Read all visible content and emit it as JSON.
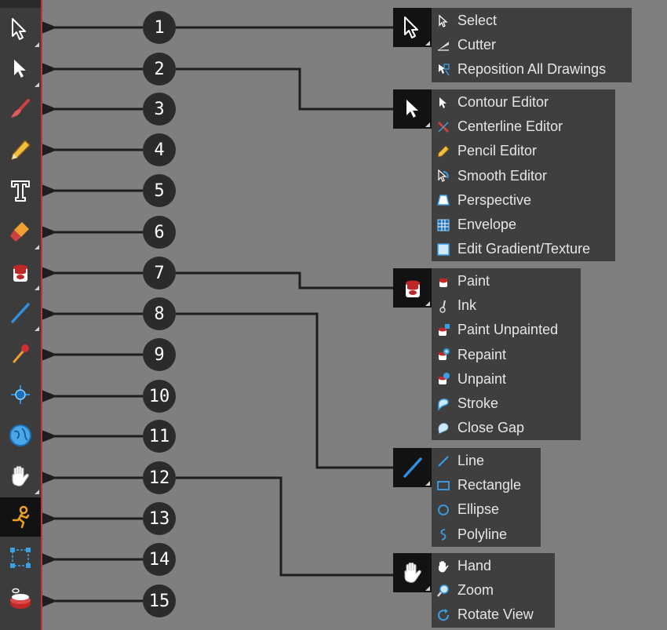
{
  "callouts": [
    "1",
    "2",
    "3",
    "4",
    "5",
    "6",
    "7",
    "8",
    "9",
    "10",
    "11",
    "12",
    "13",
    "14",
    "15"
  ],
  "tools": [
    {
      "icon": "select-arrow-icon",
      "has_submenu": true
    },
    {
      "icon": "contour-arrow-icon",
      "has_submenu": true
    },
    {
      "icon": "brush-icon",
      "has_submenu": false
    },
    {
      "icon": "pencil-icon",
      "has_submenu": false
    },
    {
      "icon": "text-icon",
      "has_submenu": false
    },
    {
      "icon": "eraser-icon",
      "has_submenu": true
    },
    {
      "icon": "paint-bucket-icon",
      "has_submenu": true
    },
    {
      "icon": "line-icon",
      "has_submenu": true
    },
    {
      "icon": "dropper-icon",
      "has_submenu": false
    },
    {
      "icon": "pivot-icon",
      "has_submenu": false
    },
    {
      "icon": "morph-icon",
      "has_submenu": false
    },
    {
      "icon": "hand-icon",
      "has_submenu": true
    },
    {
      "icon": "running-figure-icon",
      "has_submenu": false,
      "active": true
    },
    {
      "icon": "transform-icon",
      "has_submenu": false
    },
    {
      "icon": "paint-pot-icon",
      "has_submenu": false
    }
  ],
  "popups": {
    "select": {
      "items": [
        {
          "label": "Select",
          "icon": "select-arrow-icon"
        },
        {
          "label": "Cutter",
          "icon": "cutter-icon"
        },
        {
          "label": "Reposition All Drawings",
          "icon": "reposition-icon"
        }
      ]
    },
    "contour": {
      "items": [
        {
          "label": "Contour Editor",
          "icon": "contour-arrow-icon"
        },
        {
          "label": "Centerline Editor",
          "icon": "centerline-icon"
        },
        {
          "label": "Pencil Editor",
          "icon": "pencil-editor-icon"
        },
        {
          "label": "Smooth Editor",
          "icon": "smooth-editor-icon"
        },
        {
          "label": "Perspective",
          "icon": "perspective-icon"
        },
        {
          "label": "Envelope",
          "icon": "envelope-icon"
        },
        {
          "label": "Edit Gradient/Texture",
          "icon": "gradient-icon"
        }
      ]
    },
    "paint": {
      "items": [
        {
          "label": "Paint",
          "icon": "paint-bucket-icon"
        },
        {
          "label": "Ink",
          "icon": "ink-icon"
        },
        {
          "label": "Paint Unpainted",
          "icon": "paint-unpainted-icon"
        },
        {
          "label": "Repaint",
          "icon": "repaint-icon"
        },
        {
          "label": "Unpaint",
          "icon": "unpaint-icon"
        },
        {
          "label": "Stroke",
          "icon": "stroke-icon"
        },
        {
          "label": "Close Gap",
          "icon": "close-gap-icon"
        }
      ]
    },
    "line": {
      "items": [
        {
          "label": "Line",
          "icon": "line-icon"
        },
        {
          "label": "Rectangle",
          "icon": "rectangle-icon"
        },
        {
          "label": "Ellipse",
          "icon": "ellipse-icon"
        },
        {
          "label": "Polyline",
          "icon": "polyline-icon"
        }
      ]
    },
    "hand": {
      "items": [
        {
          "label": "Hand",
          "icon": "hand-icon"
        },
        {
          "label": "Zoom",
          "icon": "zoom-icon"
        },
        {
          "label": "Rotate View",
          "icon": "rotate-view-icon"
        }
      ]
    }
  },
  "colors": {
    "accent_red": "#b33a3a",
    "accent_blue": "#3aa0e6",
    "active_orange": "#f0a020"
  }
}
